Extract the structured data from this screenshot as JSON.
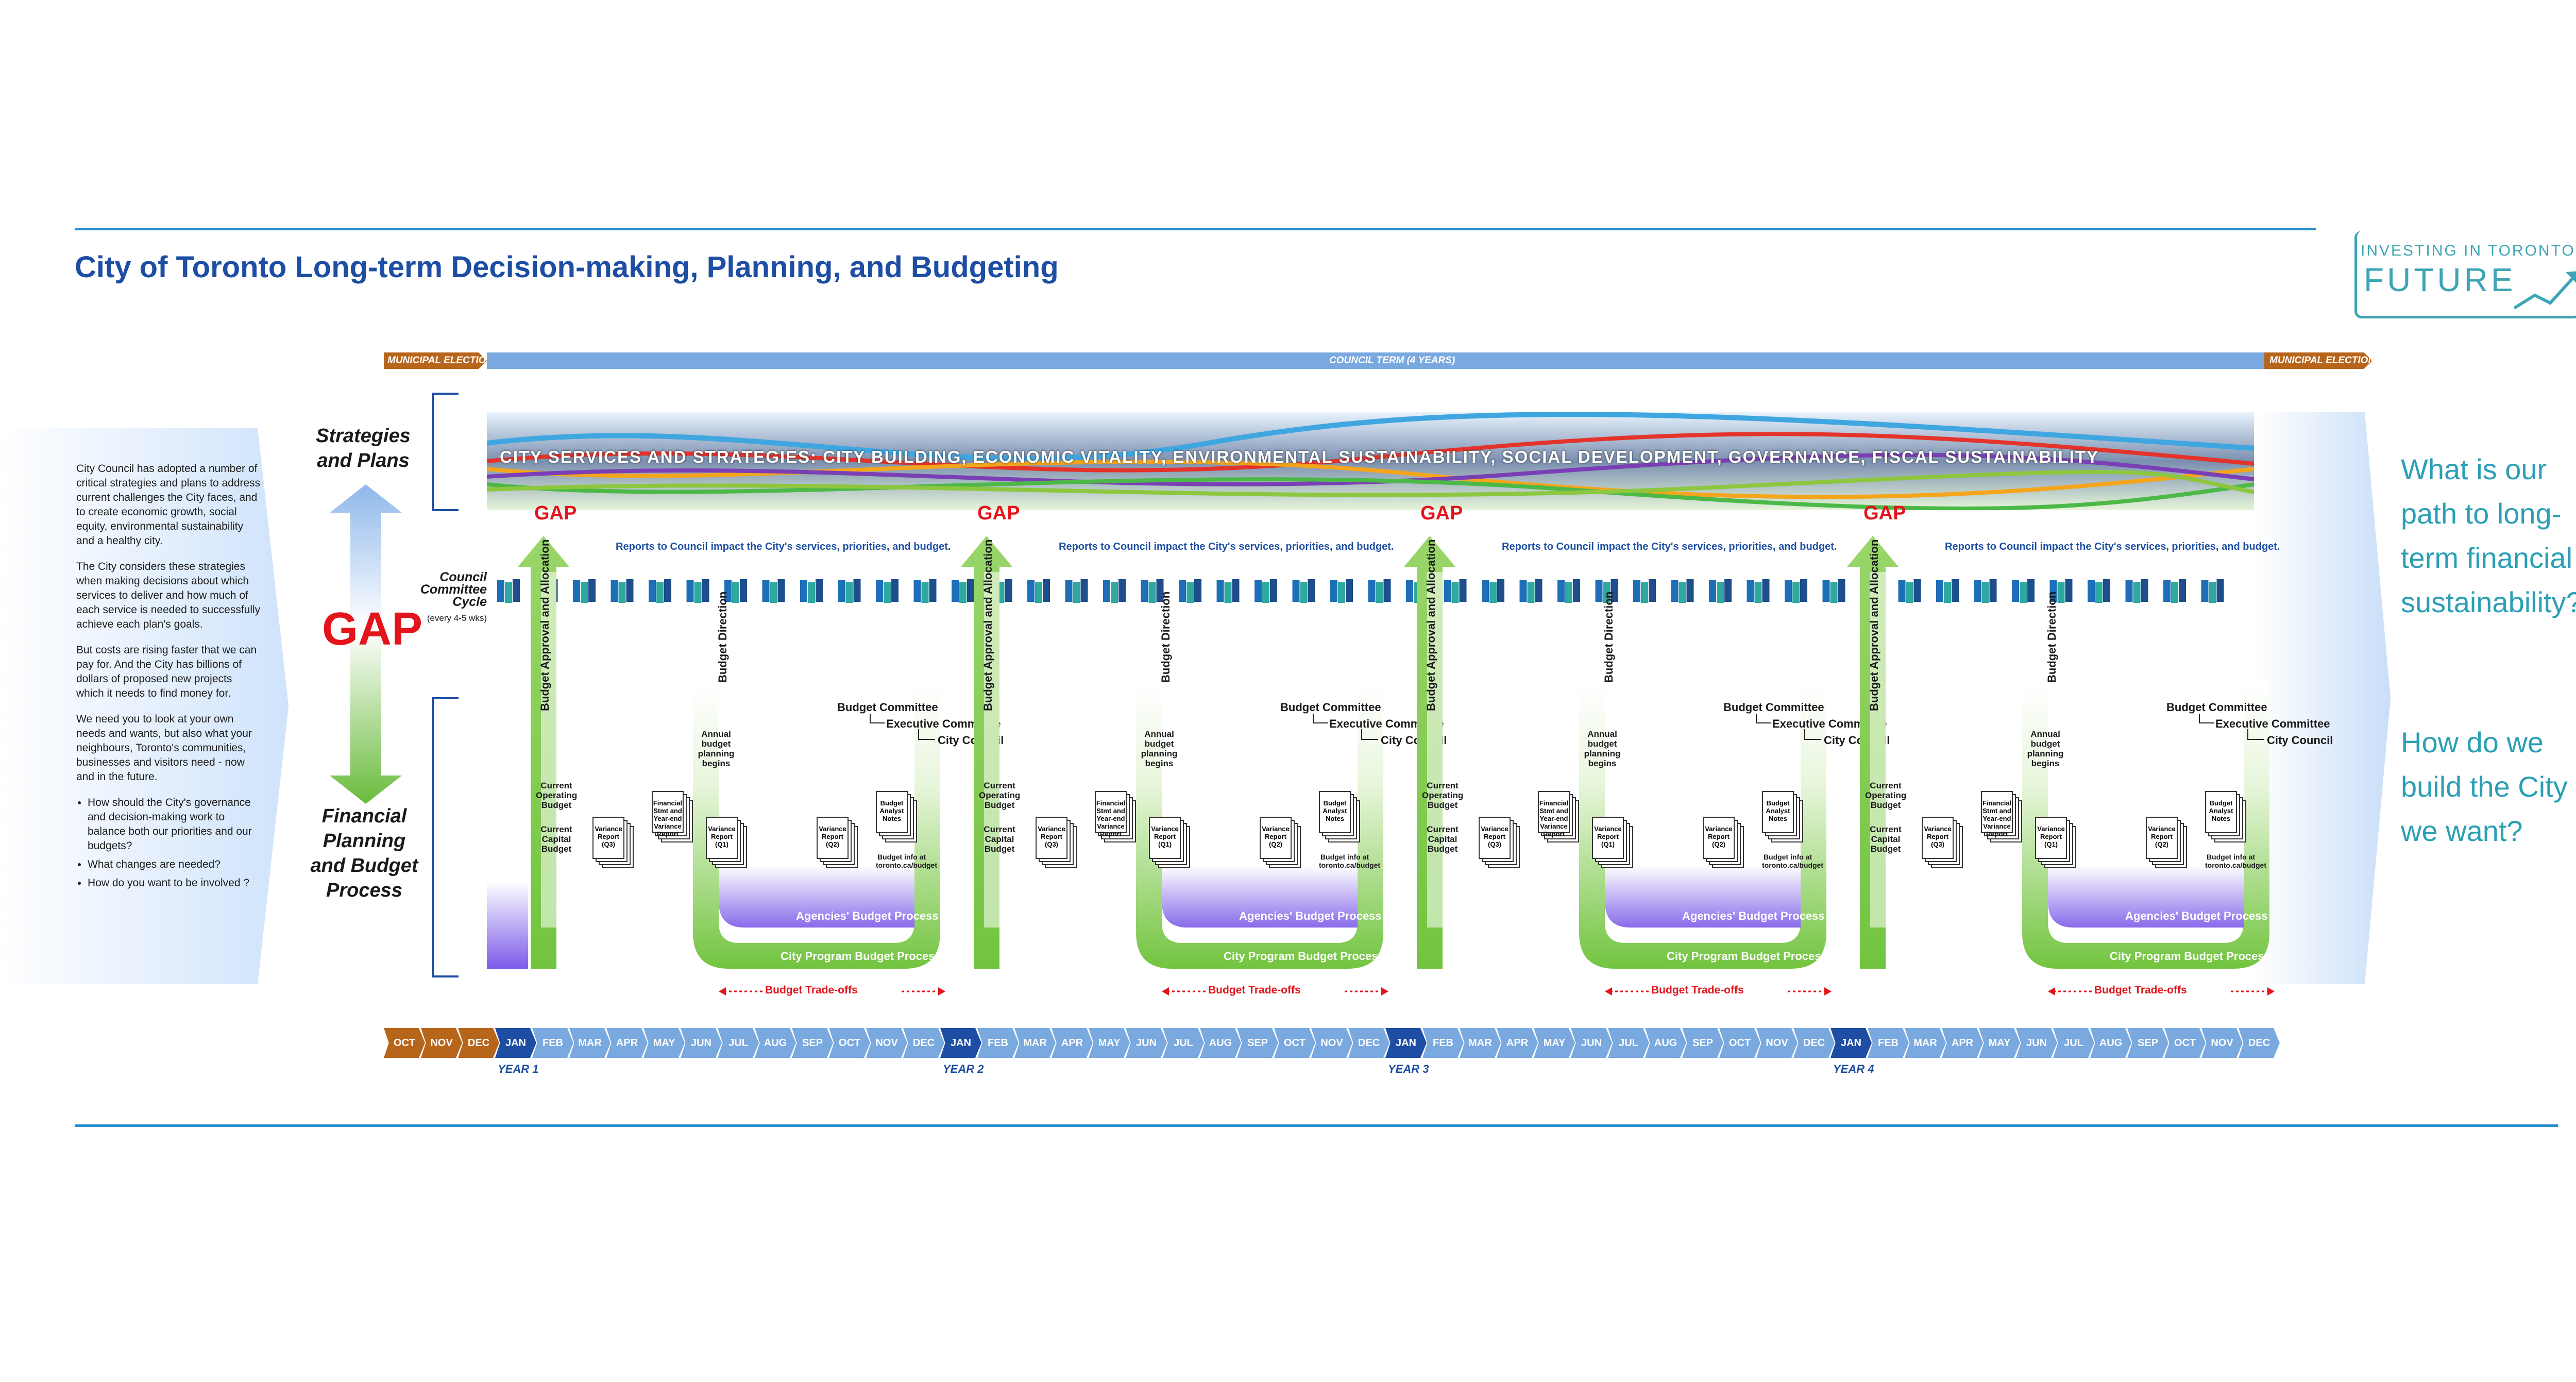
{
  "title": "City of Toronto Long-term Decision-making, Planning, and Budgeting",
  "logo": {
    "top": "INVESTING IN TORONTO'S",
    "big": "FUTURE"
  },
  "timeline_top": {
    "start_label": "MUNICIPAL ELECTION",
    "middle_label": "COUNCIL TERM (4 YEARS)",
    "end_label": "MUNICIPAL ELECTION"
  },
  "banner": "CITY SERVICES AND STRATEGIES: CITY BUILDING, ECONOMIC VITALITY, ENVIRONMENTAL SUSTAINABILITY, SOCIAL DEVELOPMENT, GOVERNANCE, FISCAL SUSTAINABILITY",
  "left_panel": {
    "p1": "City Council has adopted a number of critical strategies and plans to address current challenges the City faces, and to create economic growth, social equity, environmental sustainability and a healthy city.",
    "p2": "The City considers these strategies when making decisions about which services to deliver and how much of each service is needed to successfully achieve each plan's goals.",
    "p3": "But costs are rising faster that we can pay for. And the City has billions of dollars of proposed new projects which it needs to find money for.",
    "p4": "We need you to look at your own needs and wants, but also what your neighbours, Toronto's communities, businesses and visitors need - now and in the future.",
    "bullets": [
      "How should the City's governance and decision-making work to balance both our priorities and our budgets?",
      "What changes are needed?",
      "How do you want to be involved ?"
    ]
  },
  "labels": {
    "strategies": "Strategies and Plans",
    "financial": "Financial Planning and Budget Process",
    "gap_big": "GAP",
    "council_cycle": "Council Committee Cycle",
    "council_cycle_sub": "(every 4-5 wks)",
    "gap": "GAP",
    "reports": "Reports to Council impact the City's services, priorities, and budget.",
    "budget_approval": "Budget Approval and Allocation",
    "budget_direction": "Budget Direction",
    "annual": "Annual budget planning begins",
    "current_operating": "Current Operating Budget",
    "current_capital": "Current Capital Budget",
    "budget_committee": "Budget Committee",
    "executive_committee": "Executive Committee",
    "city_council": "City Council",
    "financial_stmt": "Financial Stmt and Year-end Variance Report",
    "variance_q3": "Variance Report (Q3)",
    "variance_q2": "Variance Report (Q2)",
    "variance_q1": "Variance Report (Q1)",
    "analyst_notes": "Budget Analyst Notes",
    "budget_info": "Budget info at toronto.ca/budget",
    "agencies": "Agencies' Budget Process",
    "city_program": "City Program Budget Process",
    "tradeoffs": "Budget Trade-offs"
  },
  "right_questions": {
    "q1": "What is our path to long-term financial sustainability?",
    "q2": "How do we build the City we want?"
  },
  "months_lead": [
    "OCT",
    "NOV",
    "DEC"
  ],
  "months": [
    "JAN",
    "FEB",
    "MAR",
    "APR",
    "MAY",
    "JUN",
    "JUL",
    "AUG",
    "SEP",
    "OCT",
    "NOV",
    "DEC"
  ],
  "years": [
    "YEAR 1",
    "YEAR 2",
    "YEAR 3",
    "YEAR 4"
  ],
  "colors": {
    "primary": "#1d4ea3",
    "accent": "#2a8fce",
    "gap_red": "#e3141b",
    "election_brown": "#b8651c",
    "green": "#72c43f",
    "purple": "#7b5ae8",
    "teal": "#2a9fb5"
  }
}
